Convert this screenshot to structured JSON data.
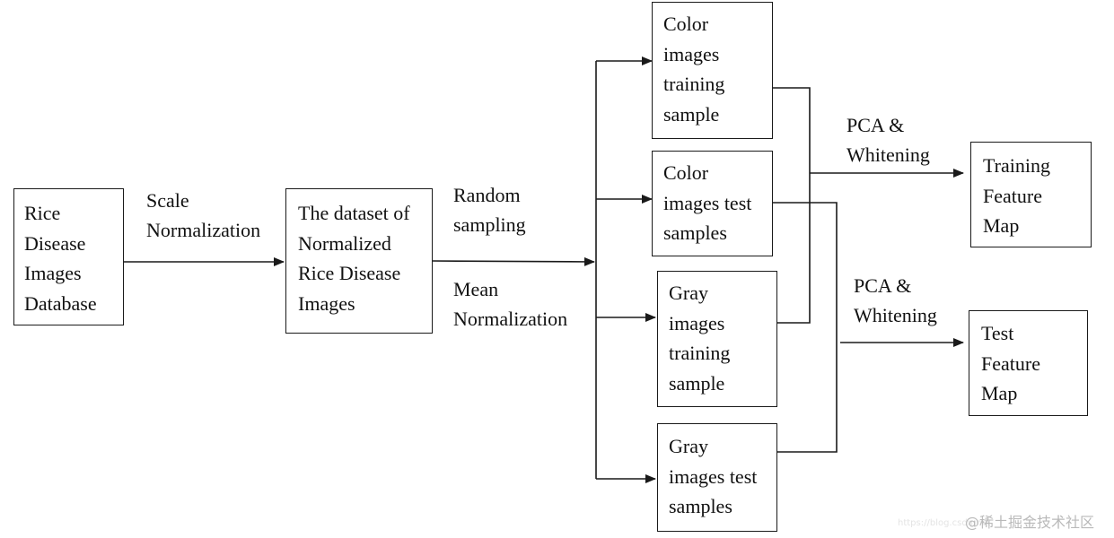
{
  "boxes": {
    "database": "Rice\nDisease\nImages\nDatabase",
    "normalized": "The dataset of\nNormalized\nRice Disease\nImages",
    "color_training": "Color\nimages\ntraining\nsample",
    "color_test": "Color\nimages test\nsamples",
    "gray_training": "Gray\nimages\ntraining\nsample",
    "gray_test": "Gray\nimages test\nsamples",
    "training_feature": "Training\nFeature\nMap",
    "test_feature": "Test\nFeature\nMap"
  },
  "labels": {
    "scale_normalization": "Scale\nNormalization",
    "random_sampling": "Random\nsampling",
    "mean_normalization": "Mean\nNormalization",
    "pca_whitening_top": "PCA  &\nWhitening",
    "pca_whitening_bottom": "PCA  &\nWhitening"
  },
  "watermark": {
    "faint": "https://blog.csdn.net",
    "text": "@稀土掘金技术社区"
  }
}
